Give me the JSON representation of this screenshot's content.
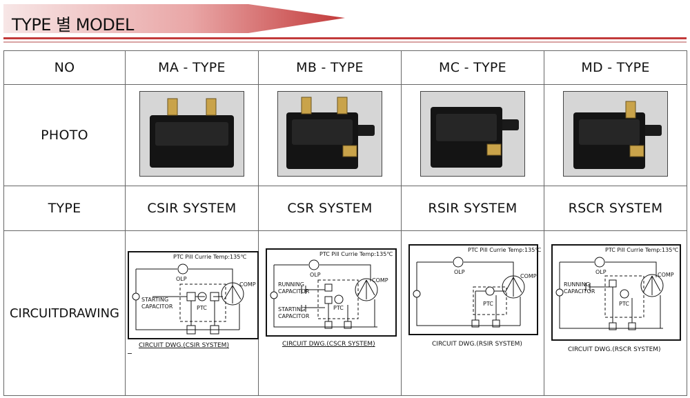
{
  "header": {
    "title": "TYPE 별 MODEL"
  },
  "table": {
    "row_labels": {
      "no": "NO",
      "photo": "PHOTO",
      "type": "TYPE",
      "circuit": "CIRCUITDRAWING"
    },
    "columns": [
      {
        "model": "MA - TYPE",
        "system": "CSIR SYSTEM",
        "caption": "CIRCUIT DWG.(CSIR SYSTEM)",
        "labels": {
          "ptc_temp": "PTC Pill Currie Temp:135℃",
          "olp": "OLP",
          "comp": "COMP",
          "cap1": "STARTING",
          "cap2": "CAPACITOR",
          "ptc": "PTC"
        }
      },
      {
        "model": "MB - TYPE",
        "system": "CSR SYSTEM",
        "caption": "CIRCUIT DWG.(CSCR SYSTEM)",
        "labels": {
          "ptc_temp": "PTC Pill Currie Temp:135℃",
          "olp": "OLP",
          "comp": "COMP",
          "cap1": "RUNNING",
          "cap2": "CAPACITOR",
          "cap3": "STARTING",
          "cap4": "CAPACITOR",
          "ptc": "PTC"
        }
      },
      {
        "model": "MC - TYPE",
        "system": "RSIR SYSTEM",
        "caption": "CIRCUIT DWG.(RSIR SYSTEM)",
        "labels": {
          "ptc_temp": "PTC Pill Currie Temp:135℃",
          "olp": "OLP",
          "comp": "COMP",
          "ptc": "PTC"
        }
      },
      {
        "model": "MD - TYPE",
        "system": "RSCR SYSTEM",
        "caption": "CIRCUIT DWG.(RSCR SYSTEM)",
        "labels": {
          "ptc_temp": "PTC Pill Currie Temp:135℃",
          "olp": "OLP",
          "comp": "COMP",
          "cap1": "RUNNING",
          "cap2": "CAPACITOR",
          "ptc": "PTC"
        }
      }
    ]
  },
  "colors": {
    "banner_start": "#c23a3a",
    "banner_end": "#f4dede",
    "rule": "#c23a3a"
  }
}
